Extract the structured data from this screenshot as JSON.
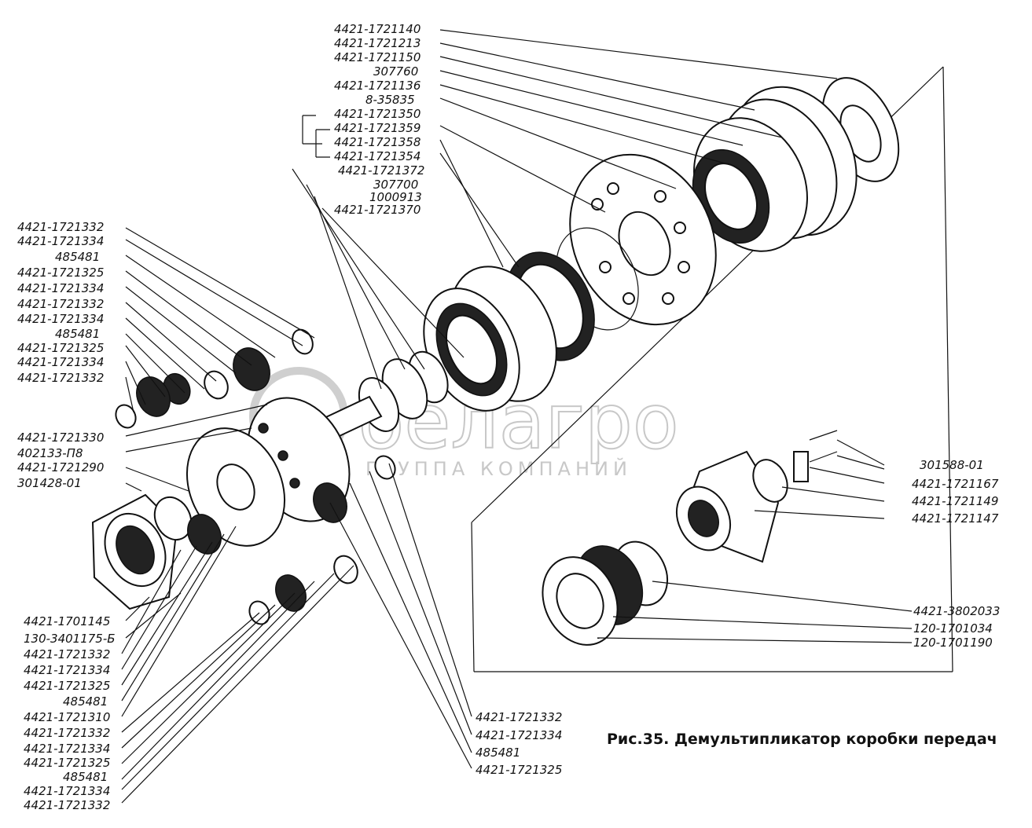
{
  "caption": "Рис.35. Демультипликатор коробки передач",
  "watermark": {
    "brand": "белагро",
    "subtitle": "ГРУППА КОМПАНИЙ"
  },
  "labels": {
    "top": [
      "4421-1721140",
      "4421-1721213",
      "4421-1721150",
      "307760",
      "4421-1721136",
      "8-35835",
      "4421-1721350",
      "4421-1721359",
      "4421-1721358",
      "4421-1721354",
      "4421-1721372",
      "307700",
      "1000913",
      "4421-1721370"
    ],
    "left_upper": [
      "4421-1721332",
      "4421-1721334",
      "485481",
      "4421-1721325",
      "4421-1721334",
      "4421-1721332",
      "4421-1721334",
      "485481",
      "4421-1721325",
      "4421-1721334",
      "4421-1721332"
    ],
    "left_middle": [
      "4421-1721330",
      "402133-П8",
      "4421-1721290",
      "301428-01"
    ],
    "left_lower": [
      "4421-1701145",
      "130-3401175-Б",
      "4421-1721332",
      "4421-1721334",
      "4421-1721325",
      "485481",
      "4421-1721310",
      "4421-1721332",
      "4421-1721334",
      "4421-1721325",
      "485481",
      "4421-1721334",
      "4421-1721332"
    ],
    "bottom_center": [
      "4421-1721332",
      "4421-1721334",
      "485481",
      "4421-1721325"
    ],
    "right_flange": [
      "301588-01",
      "4421-1721167",
      "4421-1721149",
      "4421-1721147"
    ],
    "right_bearing": [
      "4421-3802033",
      "120-1701034",
      "120-1701190"
    ]
  }
}
